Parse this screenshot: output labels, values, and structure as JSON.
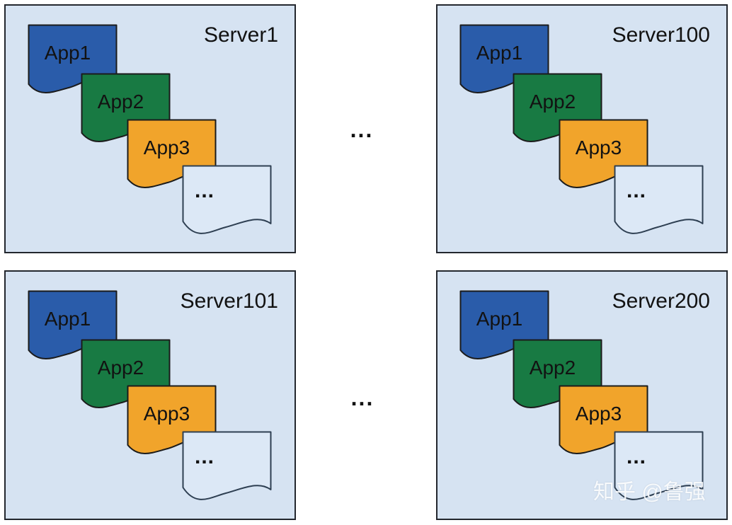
{
  "diagram": {
    "watermark": "知乎 @鲁强",
    "column_separator": {
      "row1": "...",
      "row2": "..."
    },
    "colors": {
      "page_bg": "#ffffff",
      "server_bg": "#d6e3f2",
      "server_border": "#23272e",
      "card_border": "#1b1b1b",
      "light_card_bg": "#dce8f6",
      "light_card_border": "#2e3f52",
      "app1": "#2a5caa",
      "app2": "#187a43",
      "app3": "#f1a42b",
      "text": "#121212"
    },
    "servers": [
      {
        "title": "Server1",
        "apps": [
          {
            "label": "App1"
          },
          {
            "label": "App2"
          },
          {
            "label": "App3"
          },
          {
            "label": "..."
          }
        ]
      },
      {
        "title": "Server100",
        "apps": [
          {
            "label": "App1"
          },
          {
            "label": "App2"
          },
          {
            "label": "App3"
          },
          {
            "label": "..."
          }
        ]
      },
      {
        "title": "Server101",
        "apps": [
          {
            "label": "App1"
          },
          {
            "label": "App2"
          },
          {
            "label": "App3"
          },
          {
            "label": "..."
          }
        ]
      },
      {
        "title": "Server200",
        "apps": [
          {
            "label": "App1"
          },
          {
            "label": "App2"
          },
          {
            "label": "App3"
          },
          {
            "label": "..."
          }
        ]
      }
    ]
  }
}
